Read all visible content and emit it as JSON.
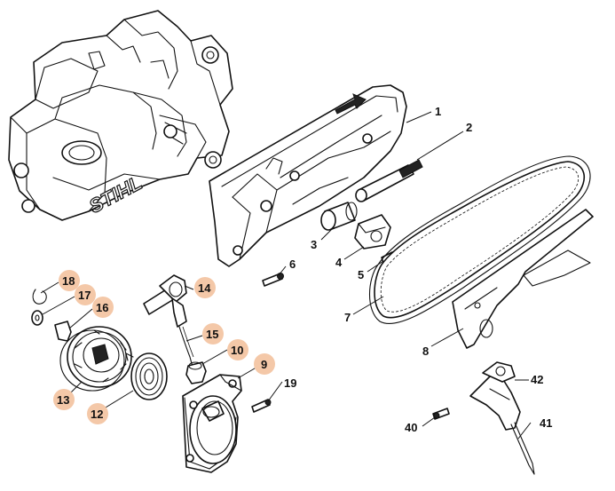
{
  "diagram": {
    "brand_logo": "STIHL",
    "callouts": [
      {
        "id": "c1",
        "label": "1",
        "highlighted": false
      },
      {
        "id": "c2",
        "label": "2",
        "highlighted": false
      },
      {
        "id": "c3",
        "label": "3",
        "highlighted": false
      },
      {
        "id": "c4",
        "label": "4",
        "highlighted": false
      },
      {
        "id": "c5",
        "label": "5",
        "highlighted": false
      },
      {
        "id": "c6",
        "label": "6",
        "highlighted": false
      },
      {
        "id": "c7",
        "label": "7",
        "highlighted": false
      },
      {
        "id": "c8",
        "label": "8",
        "highlighted": false
      },
      {
        "id": "c9",
        "label": "9",
        "highlighted": true
      },
      {
        "id": "c10",
        "label": "10",
        "highlighted": true
      },
      {
        "id": "c12",
        "label": "12",
        "highlighted": true
      },
      {
        "id": "c13",
        "label": "13",
        "highlighted": true
      },
      {
        "id": "c14",
        "label": "14",
        "highlighted": true
      },
      {
        "id": "c15",
        "label": "15",
        "highlighted": true
      },
      {
        "id": "c16",
        "label": "16",
        "highlighted": true
      },
      {
        "id": "c17",
        "label": "17",
        "highlighted": true
      },
      {
        "id": "c18",
        "label": "18",
        "highlighted": true
      },
      {
        "id": "c19",
        "label": "19",
        "highlighted": false
      },
      {
        "id": "c40",
        "label": "40",
        "highlighted": false
      },
      {
        "id": "c41",
        "label": "41",
        "highlighted": false
      },
      {
        "id": "c42",
        "label": "42",
        "highlighted": false
      }
    ],
    "colors": {
      "highlight": "#f4c8a8",
      "line": "#111111",
      "background": "#ffffff"
    }
  }
}
